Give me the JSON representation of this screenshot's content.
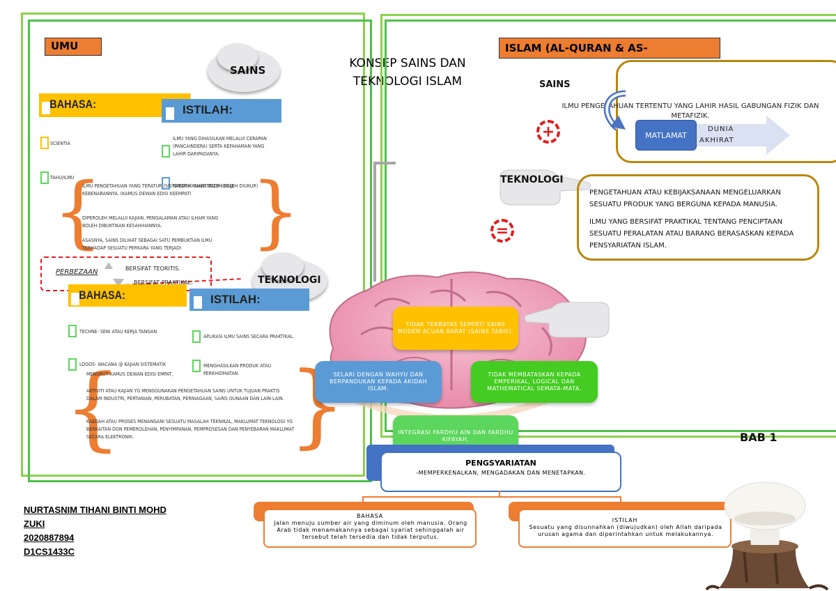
{
  "left_panel": {
    "umu_label": "UMU",
    "cloud_sains": "SAINS",
    "bahasa1": {
      "title": "BAHASA:",
      "items": [
        "SCIENTIA",
        "TAHU/ILMU"
      ]
    },
    "istilah1": {
      "title": "ISTILAH:",
      "items": [
        "ILMU YANG DIHASILKAN MELALUI CERAPAN (PANCAINDERA) SERTA KEFAHAMAN YANG LAHIR DARIPADANYA.",
        "KAEDAH KUANTITATIF (BOLEH DIUKUR)"
      ]
    },
    "sains_notes": [
      "ILMU PENGETAHUAN YANG TERATUR (SISTEMATIK) YANG BOLEH DIUJI KEBENARANNYA. (KAMUS DEWAN EDISI KEEMPAT)",
      "DIPEROLEH MELALUI KAJIAN, PENGALAMAN ATAU ILHAM YANG BOLEH DIBUKTIKAN KESAHIHANNYA.",
      "ASASNYA, SAINS DILIHAT SEBAGAI SATU PEMBUKTIAN ILMU TERHADAP SESUATU PERKARA YANG TERJADI"
    ],
    "perbezaan": {
      "label": "PERBEZAAN",
      "line1": "BERSIFAT TEORITIS.",
      "line2": "BERSIFAT PRAKTIKAL."
    },
    "cloud_teknologi": "TEKNOLOGI",
    "bahasa2": {
      "title": "BAHASA:",
      "items": [
        "TECHNE- SENI ATAU KERJA TANGAN",
        "LOGOS- WACANA @ KAJIAN SISTEMATIK"
      ]
    },
    "istilah2": {
      "title": "ISTILAH:",
      "items": [
        "APLIKASI ILMU SAINS SECARA PRAKTIKAL.",
        "MENGHASILKAN PRODUK ATAU PERKHIDMATAN."
      ]
    },
    "teknologi_notes": [
      "MENURUT KAMUS DEWAN EDISI EMPAT,",
      "AKTIVITI ATAU KAJIAN YG MENGGUNAKAN PENGETAHUAN SAINS UNTUK TUJUAN PRAKTIS DALAM INDUSTRI, PERTANIAN, PERUBATAN, PERNIAGAAN, SAINS GUNAAN DAN LAIN-LAIN.",
      "KAEDAH ATAU PROSES MENANGANI SESUATU MASALAH TEKNIKAL, MAKLUMAT TEKNOLOGI YG BERKAITAN DGN PEMEROLEHAN, PENYIMPANAN, PEMPROSESAN DAN PENYEBARAN MAKLUMAT SECARA ELEKTRONIK."
    ]
  },
  "center_title": "KONSEP SAINS DAN TEKNOLOGI ISLAM",
  "right_panel": {
    "islam_label": "ISLAM (AL-QURAN & AS-",
    "sains_heading": "SAINS",
    "sains_def": "ILMU PENGETAHUAN TERTENTU YANG LAHIR HASIL GABUNGAN FIZIK DAN METAFIZIK.",
    "matlamat": "MATLAMAT",
    "dunia_akhirat": [
      "DUNIA",
      "AKHIRAT"
    ],
    "plus_symbol": "+",
    "equal_symbol": "=",
    "teknologi_heading": "TEKNOLOGI",
    "teknologi_defs": [
      "PENGETAHUAN ATAU KEBIJAKSANAAN MENGELUARKAN SESUATU PRODUK YANG BERGUNA KEPADA MANUSIA.",
      "ILMU YANG BERSIFAT PRAKTIKAL TENTANG PENCIPTAAN SESUATU PERALATAN ATAU BARANG BERASASKAN KEPADA PENSYARIATAN ISLAM."
    ]
  },
  "brain_nodes": {
    "top": "TIDAK TERBATAS SEPERTI SAINS MODEN ACUAN BARAT (SAINS TABIE).",
    "left": "SELARI DENGAN WAHYU DAN BERPANDUKAN KEPADA AKIDAH ISLAM.",
    "right": "TIDAK MEMBATASKAN KEPADA EMPERIKAL, LOGICAL DAN MATHEMATICAL SEMATA-MATA.",
    "bottom": "INTEGRASI FARDHU AIN DAN FARDHU KIFAYAH."
  },
  "bab": "BAB 1",
  "pensyariatan": {
    "title": "PENGSYARIATAN",
    "desc": "-MEMPERKENALKAN, MENGADAKAN DAN MENETAPKAN."
  },
  "bahasa_def": {
    "title": "BAHASA",
    "text": "Jalan menuju sumber air yang diminum oleh manusia. Orang Arab tidak menamakannya sebagai syariat sehinggalah air tersebut telah tersedia dan tidak terputus."
  },
  "istilah_def": {
    "title": "ISTILAH",
    "text": "Sesuatu yang disunnahkan (diwujudkan) oleh Allah daripada urusan agama dan diperintahkan untuk melakukannya."
  },
  "student": {
    "name_line1": "NURTASNIM TIHANI BINTI MOHD",
    "name_line2": "ZUKI",
    "id": "2020887894",
    "code": "D1CS1433C"
  },
  "colors": {
    "frame_green": "#8ad14a",
    "orange": "#ed7d31",
    "yellow": "#ffc000",
    "blue": "#5b9bd5",
    "gold_border": "#b8860b",
    "node_yellow": "#ffc000",
    "node_blue": "#5b9bd5",
    "node_green": "#44cc22",
    "node_lightgreen": "#5cd65c",
    "red": "#e31b1b"
  }
}
